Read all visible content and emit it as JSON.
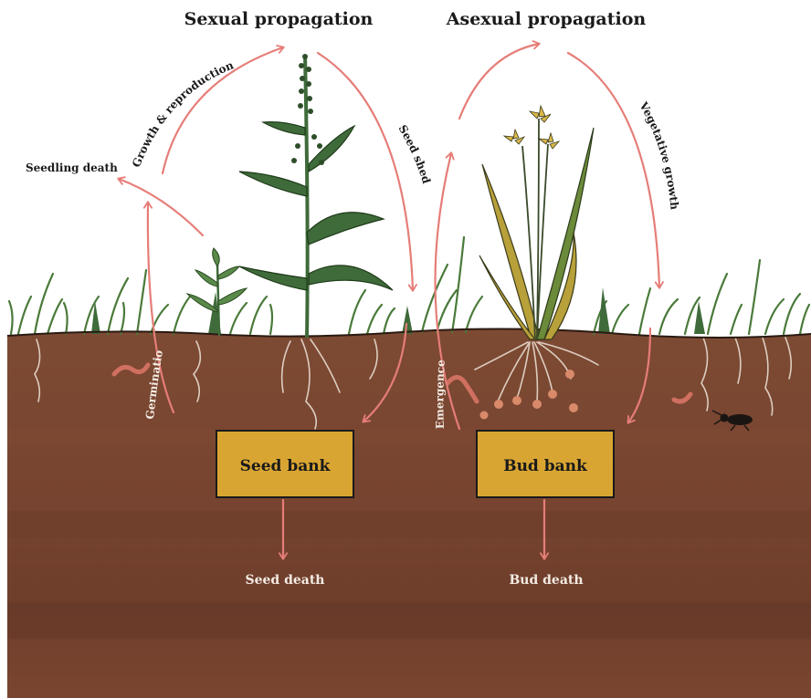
{
  "titles": {
    "sexual": "Sexual propagation",
    "asexual": "Asexual propagation"
  },
  "labels": {
    "growth_reproduction": "Growth & reproduction",
    "seedling_death": "Seedling death",
    "seed_shed": "Seed shed",
    "germination": "Germination",
    "vegetative_growth": "Vegetative growth",
    "emergence": "Emergence"
  },
  "boxes": {
    "seed_bank": "Seed bank",
    "bud_bank": "Bud bank"
  },
  "deaths": {
    "seed_death": "Seed death",
    "bud_death": "Bud death"
  },
  "colors": {
    "arrow": "#e67d78",
    "box_fill": "#d9a532",
    "soil": "#7a4630",
    "soil_dark": "#5e3524",
    "grass": "#4a7a3a",
    "leaf": "#3f6b3a",
    "yellow_leaf": "#b8a03a",
    "root": "#e8dcd0",
    "bud": "#d98a6a"
  },
  "icons": [
    "earthworm-icon",
    "beetle-icon"
  ]
}
